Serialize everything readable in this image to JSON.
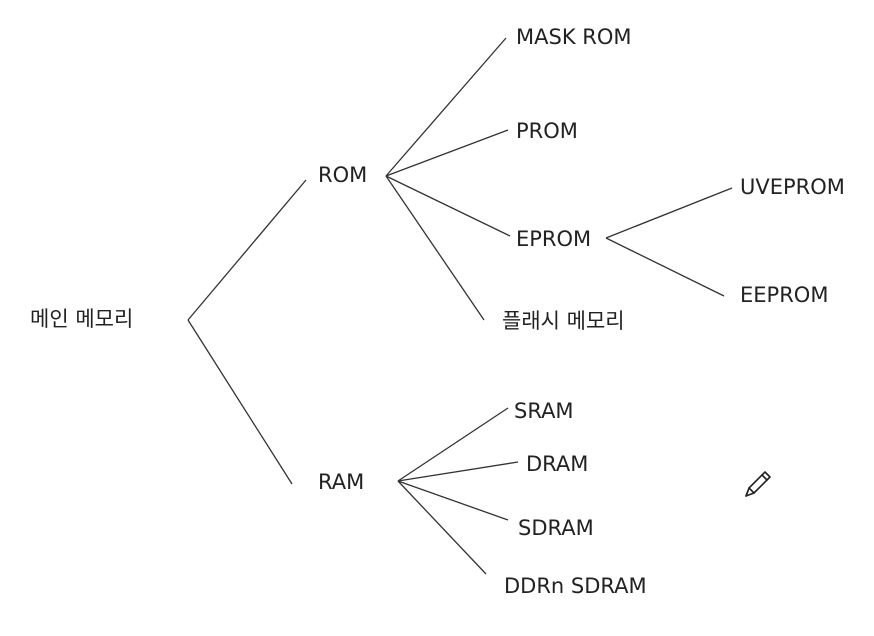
{
  "tree": {
    "root": "메인 메모리",
    "rom": "ROM",
    "ram": "RAM",
    "rom_children": {
      "mask_rom": "MASK ROM",
      "prom": "PROM",
      "eprom": "EPROM",
      "flash": "플래시 메모리"
    },
    "eprom_children": {
      "uveprom": "UVEPROM",
      "eeprom": "EEPROM"
    },
    "ram_children": {
      "sram": "SRAM",
      "dram": "DRAM",
      "sdram": "SDRAM",
      "ddrn_sdram": "DDRn SDRAM"
    }
  },
  "icons": {
    "corner_tool": "pencil-icon"
  },
  "colors": {
    "line": "#333333",
    "text": "#222222",
    "background": "#ffffff"
  }
}
